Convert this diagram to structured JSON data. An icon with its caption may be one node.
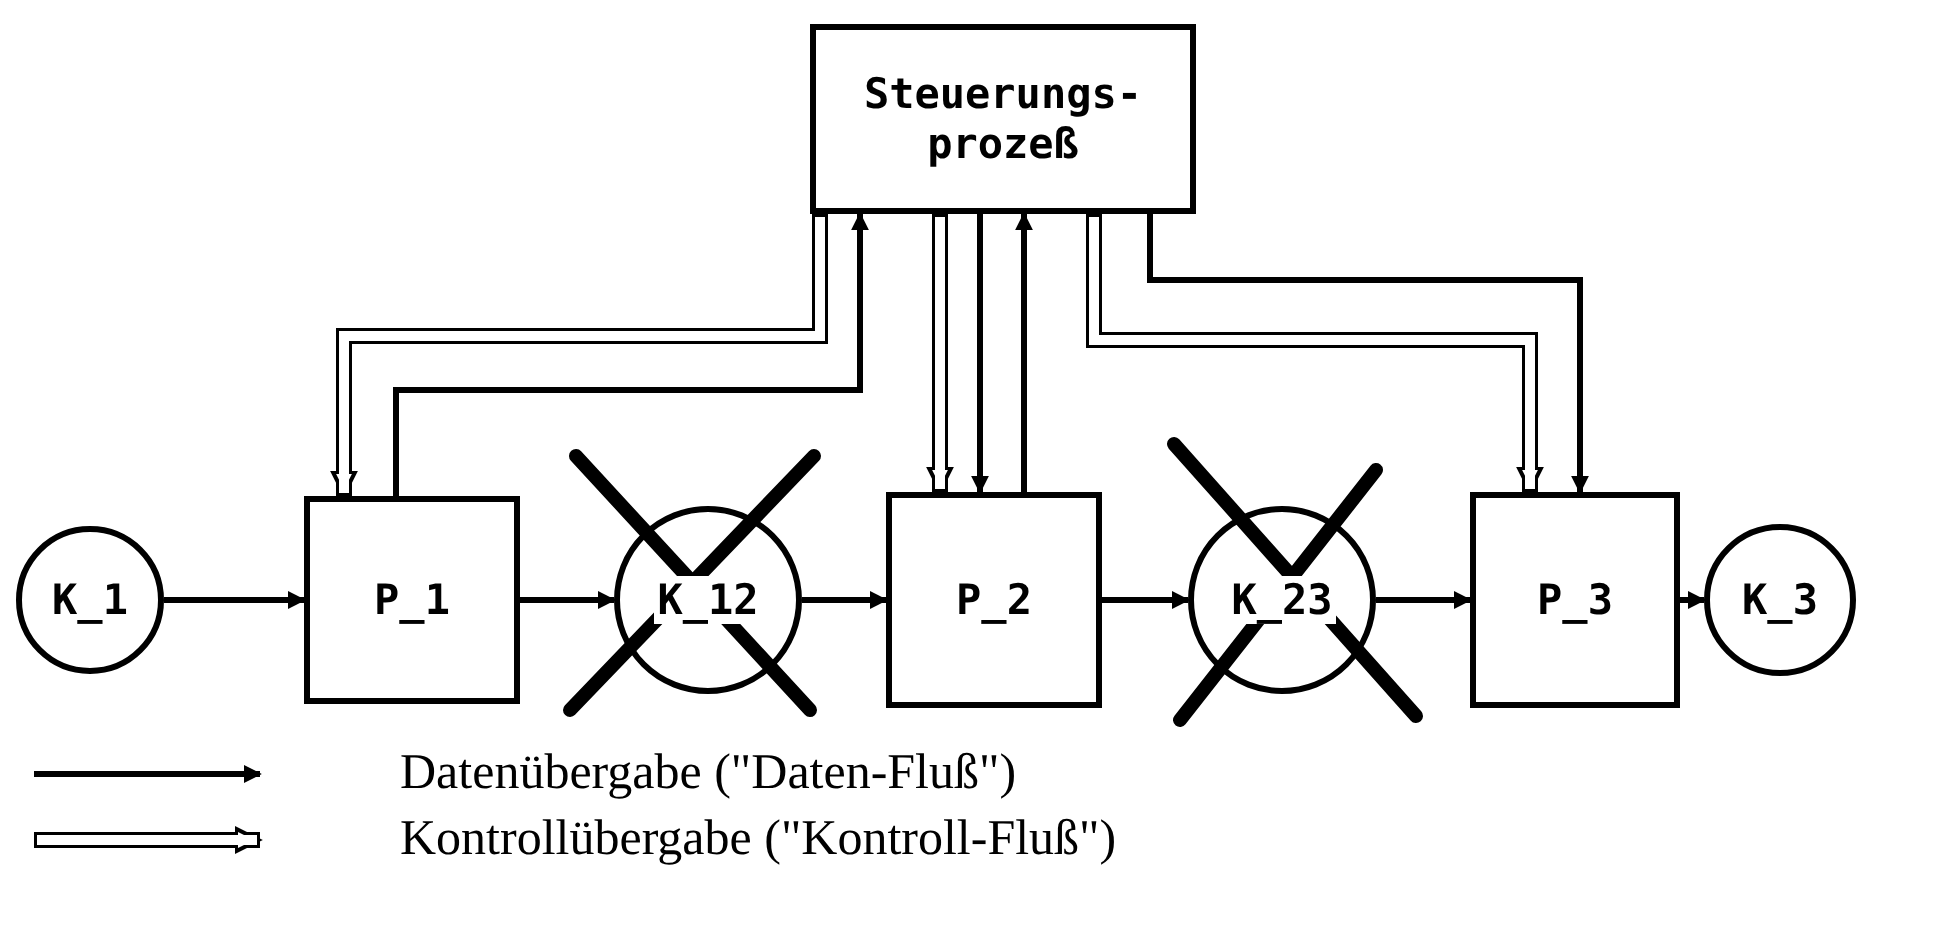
{
  "diagram": {
    "nodes": [
      {
        "text": [
          "Steuerungs- prozeß"
        ]
      },
      {
        "text": [
          "K_1"
        ]
      },
      {
        "text": [
          "P_1"
        ]
      },
      {
        "text": [
          "K_12"
        ]
      },
      {
        "text": [
          "P_2"
        ]
      },
      {
        "text": [
          "K_23"
        ]
      },
      {
        "text": [
          "P_3"
        ]
      },
      {
        "text": [
          "K_3"
        ]
      }
    ],
    "edges": [
      {
        "from": 1,
        "to": 2,
        "arrow": "to"
      },
      {
        "from": 2,
        "to": 3,
        "arrow": "to"
      },
      {
        "from": 3,
        "to": 4,
        "arrow": "to"
      },
      {
        "from": 4,
        "to": 5,
        "arrow": "to"
      },
      {
        "from": 5,
        "to": 6,
        "arrow": "to"
      },
      {
        "from": 6,
        "to": 7,
        "arrow": "to"
      },
      {
        "from": 0,
        "to": 2,
        "arrow": "to",
        "style": "thick"
      },
      {
        "from": 2,
        "to": 0,
        "arrow": "to"
      },
      {
        "from": 0,
        "to": 4,
        "arrow": "to",
        "style": "thick"
      },
      {
        "from": 0,
        "to": 4,
        "arrow": "to"
      },
      {
        "from": 4,
        "to": 0,
        "arrow": "to"
      },
      {
        "from": 0,
        "to": 6,
        "arrow": "to",
        "style": "thick"
      },
      {
        "from": 0,
        "to": 6,
        "arrow": "to"
      }
    ],
    "legend": [
      {
        "text": "Datenübergabe (\"Daten-Fluß\")"
      },
      {
        "text": "Kontrollübergabe (\"Kontroll-Fluß\")"
      }
    ]
  }
}
